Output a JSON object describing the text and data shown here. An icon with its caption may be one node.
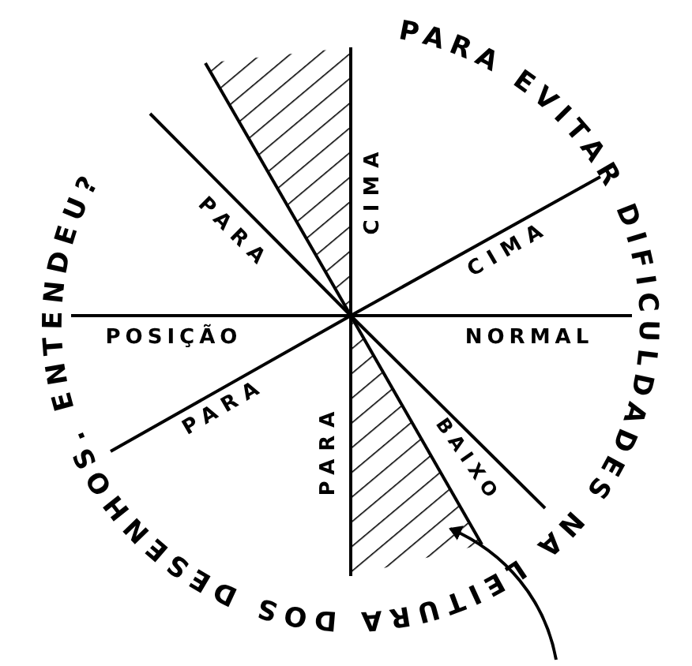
{
  "diagram": {
    "labels": [
      "PARA EVITAR DIFICULDADES NA LEITURA DOS DESENHOS. ENTENDEU?",
      "CIMA",
      "PARA",
      "CIMA",
      "POSIÇÃO",
      "NORMAL",
      "PARA",
      "PARA",
      "BAIXO"
    ]
  }
}
